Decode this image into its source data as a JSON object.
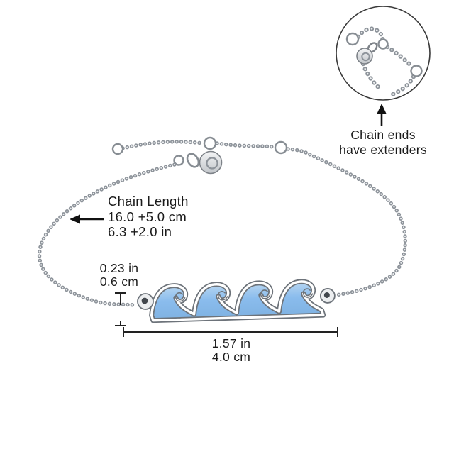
{
  "figure": {
    "kind": "annotated-product-measurement-diagram",
    "subject": "wave charm chain bracelet"
  },
  "inset": {
    "caption": [
      "Chain ends",
      "have extenders"
    ],
    "arrow_icon": "up-arrow"
  },
  "chain_length": {
    "lines": [
      "Chain Length",
      "16.0 +5.0 cm",
      "6.3 +2.0 in"
    ],
    "arrow_icon": "left-arrow"
  },
  "charm_height": {
    "lines": [
      "0.23 in",
      "0.6 cm"
    ]
  },
  "charm_width": {
    "lines": [
      "1.57 in",
      "4.0 cm"
    ]
  },
  "colors": {
    "background": "#ffffff",
    "text": "#1b1b1b",
    "wave_blue": "#8abced",
    "wave_blue_light": "#b7d6f1",
    "wave_blue_deep": "#7fb2e2",
    "metal_gray": "#8d939a",
    "metal_light": "#eceef0",
    "outline_gray": "#6d737a",
    "dimension_line": "#222222"
  }
}
